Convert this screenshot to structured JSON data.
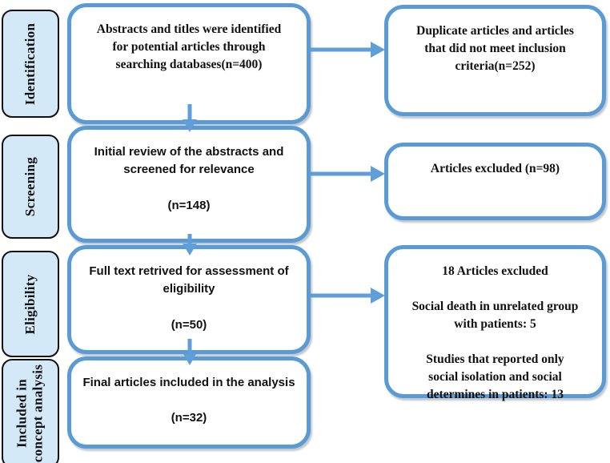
{
  "palette": {
    "box_border_blue": "#5b9bd5",
    "arrow_blue": "#5f9ed8",
    "stage_fill": "#d3e9f8",
    "stage_border": "#111111",
    "text_color": "#111111",
    "background": "#ffffff"
  },
  "stages": [
    {
      "label": "Identification"
    },
    {
      "label": "Screening"
    },
    {
      "label": "Eligibility"
    },
    {
      "label": "Included in\nconcept analysis"
    }
  ],
  "flow_boxes": [
    {
      "id": "identification",
      "text": "Abstracts and titles were identified\nfor potential articles through\nsearching databases(n=400)"
    },
    {
      "id": "screening",
      "text": "Initial review of the abstracts and\nscreened for relevance\n\n(n=148)"
    },
    {
      "id": "eligibility",
      "text": "Full text retrived for assessment of\neligibility\n\n(n=50)"
    },
    {
      "id": "included",
      "text": "Final articles included in the analysis\n\n(n=32)"
    }
  ],
  "side_boxes": [
    {
      "id": "duplicates-excluded",
      "text": "Duplicate articles and articles\nthat did not meet inclusion\ncriteria(n=252)"
    },
    {
      "id": "articles-excluded",
      "text": "Articles excluded (n=98)"
    },
    {
      "id": "fulltext-excluded",
      "text": "18 Articles excluded\n\nSocial death in unrelated group\nwith patients: 5\n\nStudies that reported only\nsocial isolation and social\ndetermines in patients: 13"
    }
  ]
}
